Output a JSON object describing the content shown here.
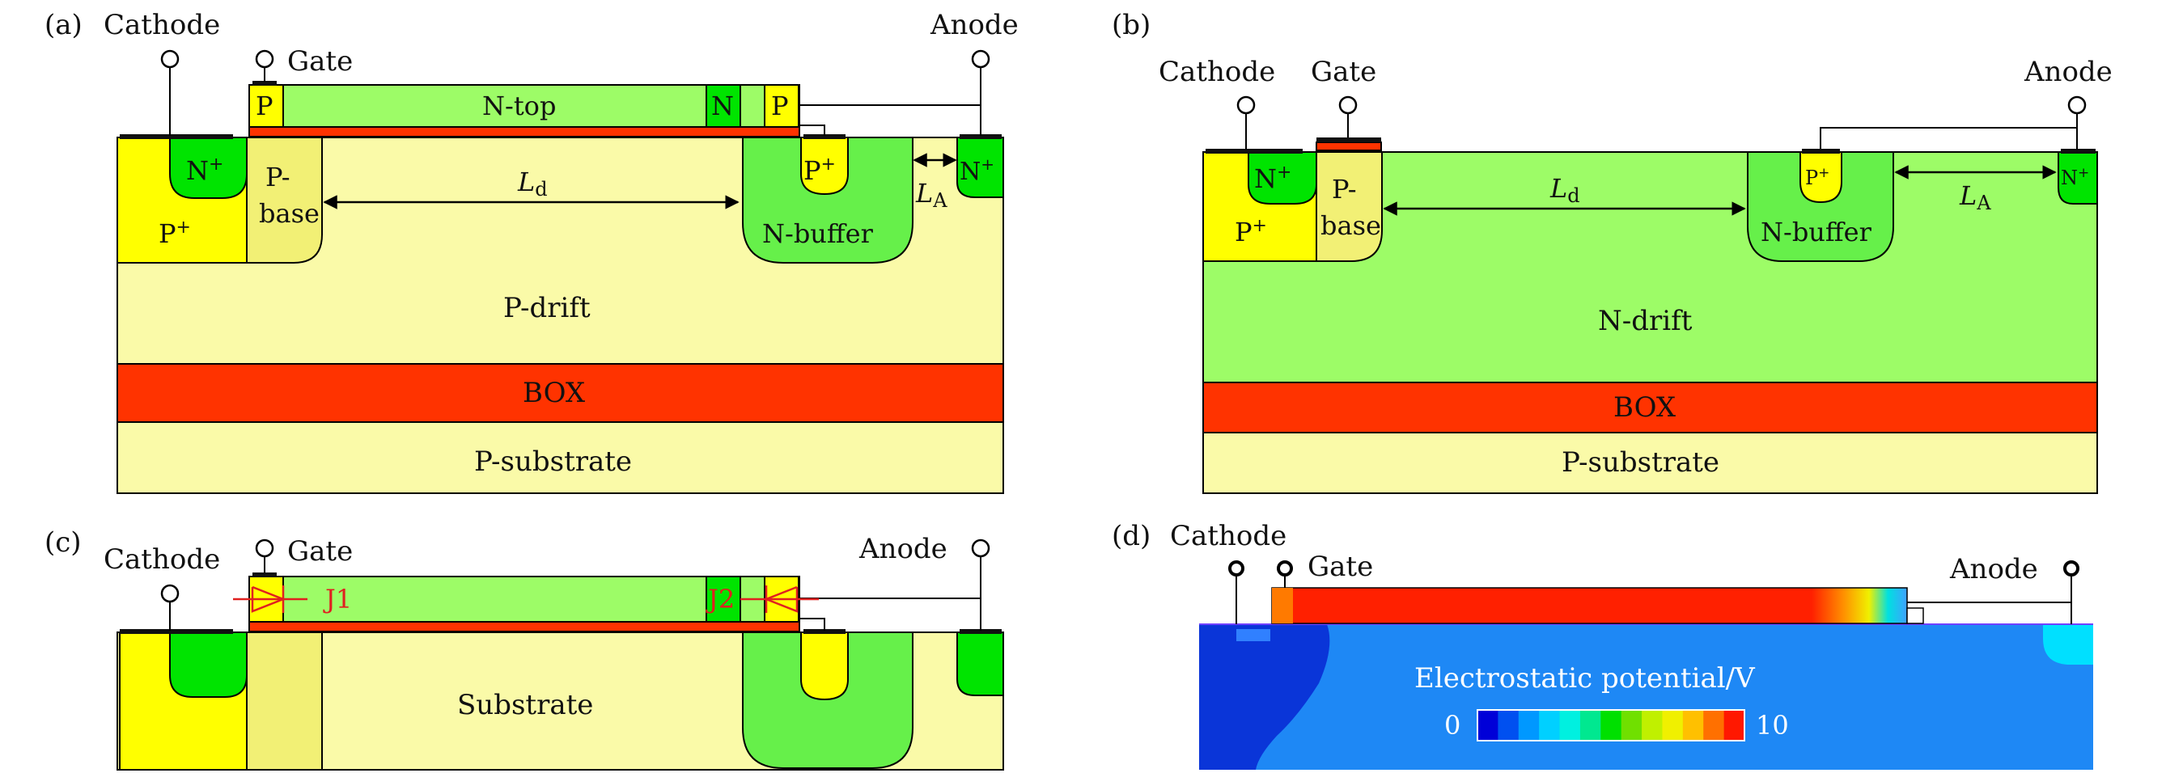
{
  "panel_a": {
    "tag": "(a)",
    "cathode": "Cathode",
    "gate": "Gate",
    "anode": "Anode",
    "p_small": "P",
    "ntop": "N-top",
    "n_small": "N",
    "p_small2": "P",
    "nplus": "N",
    "pplus": "P",
    "pbase1": "P-",
    "pbase2": "base",
    "ld": "L",
    "ld_sub": "d",
    "pplus_anode": "P",
    "nbuffer": "N-buffer",
    "la": "L",
    "la_sub": "A",
    "nplus_anode": "N",
    "pdrift": "P-drift",
    "box": "BOX",
    "psub": "P-substrate",
    "sup": "+"
  },
  "panel_b": {
    "tag": "(b)",
    "cathode": "Cathode",
    "gate": "Gate",
    "anode": "Anode",
    "nplus": "N",
    "pplus": "P",
    "pbase1": "P-",
    "pbase2": "base",
    "ld": "L",
    "ld_sub": "d",
    "pplus_anode": "P",
    "nbuffer": "N-buffer",
    "la": "L",
    "la_sub": "A",
    "nplus_anode": "N",
    "ndrift": "N-drift",
    "box": "BOX",
    "psub": "P-substrate",
    "sup": "+"
  },
  "panel_c": {
    "tag": "(c)",
    "cathode": "Cathode",
    "gate": "Gate",
    "anode": "Anode",
    "j1": "J1",
    "j2": "J2",
    "substrate": "Substrate"
  },
  "panel_d": {
    "tag": "(d)",
    "cathode": "Cathode",
    "gate": "Gate",
    "anode": "Anode",
    "title": "Electrostatic potential/V",
    "min": "0",
    "max": "10",
    "scale_colors": [
      "#0000d8",
      "#0050f0",
      "#0098ff",
      "#00d0ff",
      "#00f0e0",
      "#00e890",
      "#00e000",
      "#70e000",
      "#c0f000",
      "#f0f000",
      "#ffc000",
      "#ff7000",
      "#ff1800"
    ]
  },
  "colors": {
    "p_drift": "#fafaa8",
    "n_drift": "#9dfc67",
    "pplus": "#ffff00",
    "nplus": "#00e400",
    "nbuffer": "#66f04a",
    "pbase": "#f2f075",
    "box": "#ff3300",
    "gate_ox": "#ff3300",
    "potential_bg": "#1e88f5",
    "potential_dark": "#0a35d8"
  }
}
